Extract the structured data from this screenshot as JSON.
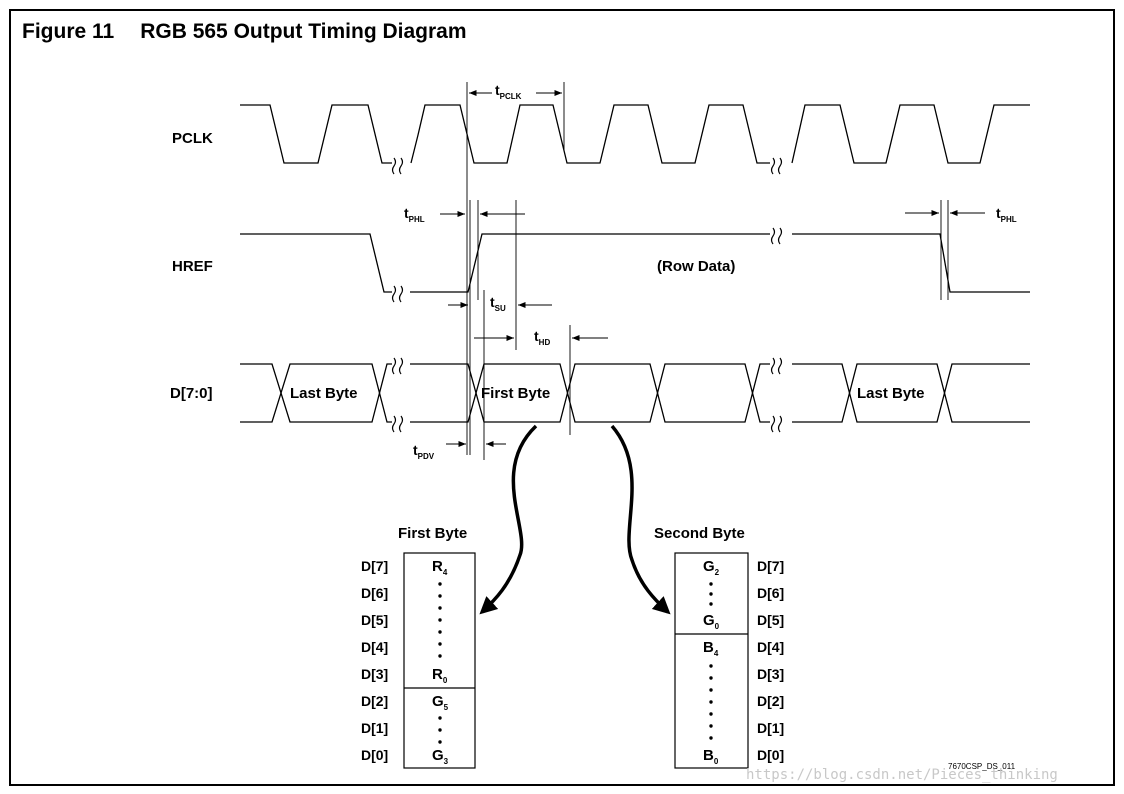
{
  "figure": {
    "number": "Figure 11",
    "title": "RGB 565 Output Timing Diagram"
  },
  "signals": {
    "pclk": "PCLK",
    "href": "HREF",
    "data": "D[7:0]"
  },
  "timing_labels": {
    "tpclk": {
      "t": "t",
      "sub": "PCLK"
    },
    "tphl_left": {
      "t": "t",
      "sub": "PHL"
    },
    "tphl_right": {
      "t": "t",
      "sub": "PHL"
    },
    "tsu": {
      "t": "t",
      "sub": "SU"
    },
    "thd": {
      "t": "t",
      "sub": "HD"
    },
    "tpdv": {
      "t": "t",
      "sub": "PDV"
    }
  },
  "annotations": {
    "row_data": "(Row Data)",
    "last_byte_left": "Last Byte",
    "first_byte_bus": "First Byte",
    "last_byte_right": "Last Byte"
  },
  "first_byte": {
    "title": "First Byte",
    "rows": [
      "D[7]",
      "D[6]",
      "D[5]",
      "D[4]",
      "D[3]",
      "D[2]",
      "D[1]",
      "D[0]"
    ],
    "cells": [
      {
        "t": "R",
        "sub": "4"
      },
      {
        "t": "R",
        "sub": "0"
      },
      {
        "t": "G",
        "sub": "5"
      },
      {
        "t": "G",
        "sub": "3"
      }
    ]
  },
  "second_byte": {
    "title": "Second Byte",
    "rows": [
      "D[7]",
      "D[6]",
      "D[5]",
      "D[4]",
      "D[3]",
      "D[2]",
      "D[1]",
      "D[0]"
    ],
    "cells": [
      {
        "t": "G",
        "sub": "2"
      },
      {
        "t": "G",
        "sub": "0"
      },
      {
        "t": "B",
        "sub": "4"
      },
      {
        "t": "B",
        "sub": "0"
      }
    ]
  },
  "footer": {
    "code": "7670CSP_DS_011",
    "watermark": "https://blog.csdn.net/Pieces_thinking"
  }
}
